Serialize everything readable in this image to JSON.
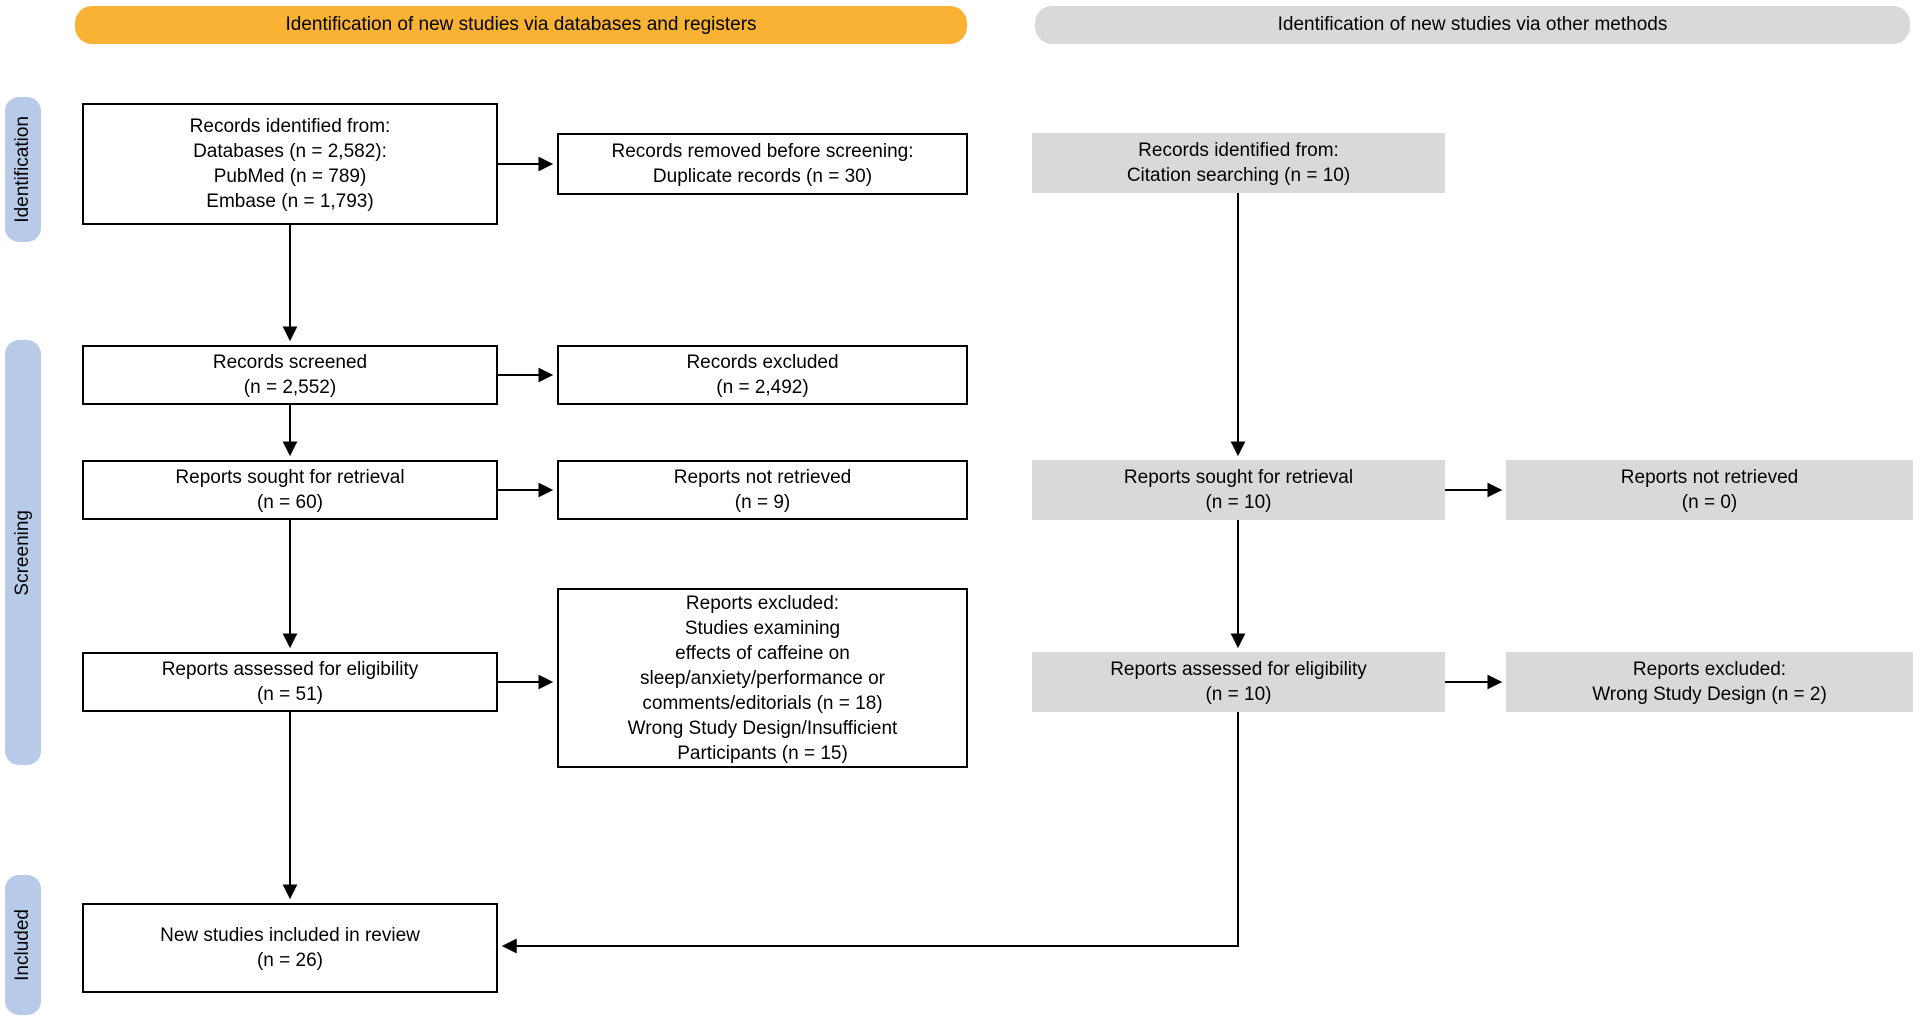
{
  "headers": {
    "databases": "Identification of new studies via databases and registers",
    "other": "Identification of new studies via other methods"
  },
  "stages": {
    "identification": "Identification",
    "screening": "Screening",
    "included": "Included"
  },
  "boxes": {
    "records_identified_db": {
      "lines": [
        "Records identified from:",
        "Databases (n = 2,582):",
        "PubMed (n = 789)",
        "Embase (n = 1,793)"
      ]
    },
    "records_removed": {
      "lines": [
        "Records removed before screening:",
        "Duplicate records (n = 30)"
      ]
    },
    "records_screened": {
      "lines": [
        "Records screened",
        "(n = 2,552)"
      ]
    },
    "records_excluded": {
      "lines": [
        "Records excluded",
        "(n = 2,492)"
      ]
    },
    "reports_sought_db": {
      "lines": [
        "Reports sought for retrieval",
        "(n = 60)"
      ]
    },
    "reports_not_retrieved_db": {
      "lines": [
        "Reports not retrieved",
        "(n = 9)"
      ]
    },
    "reports_assessed_db": {
      "lines": [
        "Reports assessed for eligibility",
        "(n = 51)"
      ]
    },
    "reports_excluded_db": {
      "lines": [
        "Reports excluded:",
        "Studies examining",
        "effects of caffeine on",
        "sleep/anxiety/performance or",
        "comments/editorials (n = 18)",
        "Wrong Study Design/Insufficient",
        "Participants (n = 15)"
      ]
    },
    "new_studies_included": {
      "lines": [
        "New studies included in review",
        "(n = 26)"
      ]
    },
    "records_identified_other": {
      "lines": [
        "Records identified from:",
        "Citation searching (n = 10)"
      ]
    },
    "reports_sought_other": {
      "lines": [
        "Reports sought for retrieval",
        "(n = 10)"
      ]
    },
    "reports_not_retrieved_other": {
      "lines": [
        "Reports not retrieved",
        "(n = 0)"
      ]
    },
    "reports_assessed_other": {
      "lines": [
        "Reports assessed for eligibility",
        "(n = 10)"
      ]
    },
    "reports_excluded_other": {
      "lines": [
        "Reports excluded:",
        "Wrong Study Design (n = 2)"
      ]
    }
  },
  "colors": {
    "banner_databases": "#f9b233",
    "banner_other": "#d9d9d9",
    "stage_ribbon": "#b7cbe8",
    "gray_box": "#d9d9d9",
    "box_border": "#000000",
    "connector": "#000000",
    "text": "#000000",
    "background": "#ffffff"
  }
}
